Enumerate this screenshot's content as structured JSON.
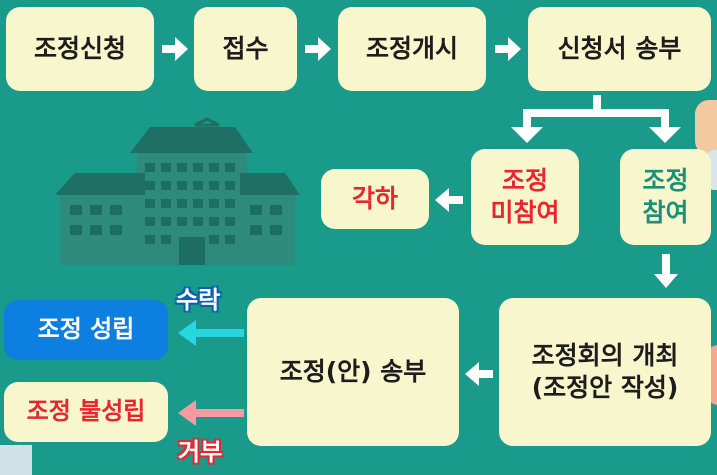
{
  "flow": {
    "step1": "조정신청",
    "step2": "접수",
    "step3": "조정개시",
    "step4": "신청서 송부",
    "no_participation_line1": "조정",
    "no_participation_line2": "미참여",
    "participation_line1": "조정",
    "participation_line2": "참여",
    "dismissal": "각하",
    "meeting_line1": "조정회의 개최",
    "meeting_line2": "(조정안 작성)",
    "proposal": "조정(안) 송부",
    "accept_label": "수락",
    "reject_label": "거부",
    "success": "조정 성립",
    "failure": "조정 불성립"
  },
  "colors": {
    "background": "#1a9a8a",
    "box": "#f8f6cc",
    "red_text": "#e8262f",
    "green_text": "#1a8f7a",
    "success_box": "#0d7fe0",
    "accept_arrow": "#28d6e0",
    "reject_arrow": "#f49aa3"
  }
}
